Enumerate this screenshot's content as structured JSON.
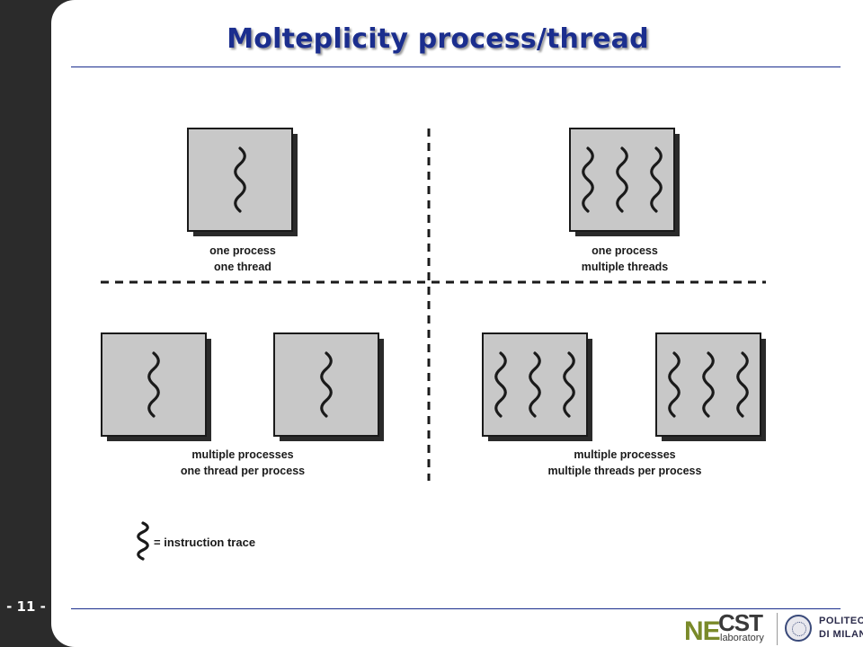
{
  "slide": {
    "title": "Molteplicity process/thread",
    "page_number": "- 11 -"
  },
  "diagram": {
    "quadrants": [
      {
        "id": "top-left",
        "label_line1": "one process",
        "label_line2": "one thread",
        "processes": 1,
        "threads_per_process": 1
      },
      {
        "id": "top-right",
        "label_line1": "one process",
        "label_line2": "multiple threads",
        "processes": 1,
        "threads_per_process": 3
      },
      {
        "id": "bottom-left",
        "label_line1": "multiple processes",
        "label_line2": "one thread per process",
        "processes": 2,
        "threads_per_process": 1
      },
      {
        "id": "bottom-right",
        "label_line1": "multiple processes",
        "label_line2": "multiple threads per process",
        "processes": 2,
        "threads_per_process": 3
      }
    ],
    "legend": {
      "text": "= instruction trace",
      "icon": "wavy-line-icon"
    }
  },
  "footer": {
    "logo_necst": {
      "ne": "NE",
      "cst": "CST",
      "sub": "laboratory"
    },
    "logo_polimi": {
      "line1": "POLITECNICO",
      "line2": "DI MILANO"
    }
  },
  "colors": {
    "title": "#1b2e8e",
    "box_fill": "#c8c8c8",
    "box_shadow": "#2a2a2a",
    "ink": "#1a1a1a"
  }
}
